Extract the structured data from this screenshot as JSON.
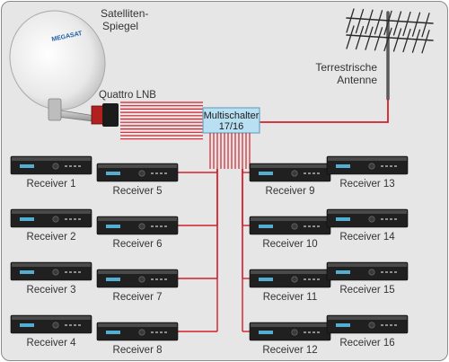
{
  "dish": {
    "brand": "MEGASAT",
    "label_line1": "Satelliten-",
    "label_line2": "Spiegel",
    "lnb_label": "Quattro LNB"
  },
  "antenna": {
    "label_line1": "Terrestrische",
    "label_line2": "Antenne"
  },
  "multiswitch": {
    "line1": "Multischalter",
    "line2": "17/16"
  },
  "receivers": [
    "Receiver 1",
    "Receiver 2",
    "Receiver 3",
    "Receiver 4",
    "Receiver 5",
    "Receiver 6",
    "Receiver 7",
    "Receiver 8",
    "Receiver 9",
    "Receiver 10",
    "Receiver 11",
    "Receiver 12",
    "Receiver 13",
    "Receiver 14",
    "Receiver 15",
    "Receiver 16"
  ],
  "colors": {
    "cable": "#d41f2a",
    "multiswitch_fill": "#b8e0f2",
    "multiswitch_border": "#6aa6c4",
    "background": "#e6e6e6"
  }
}
